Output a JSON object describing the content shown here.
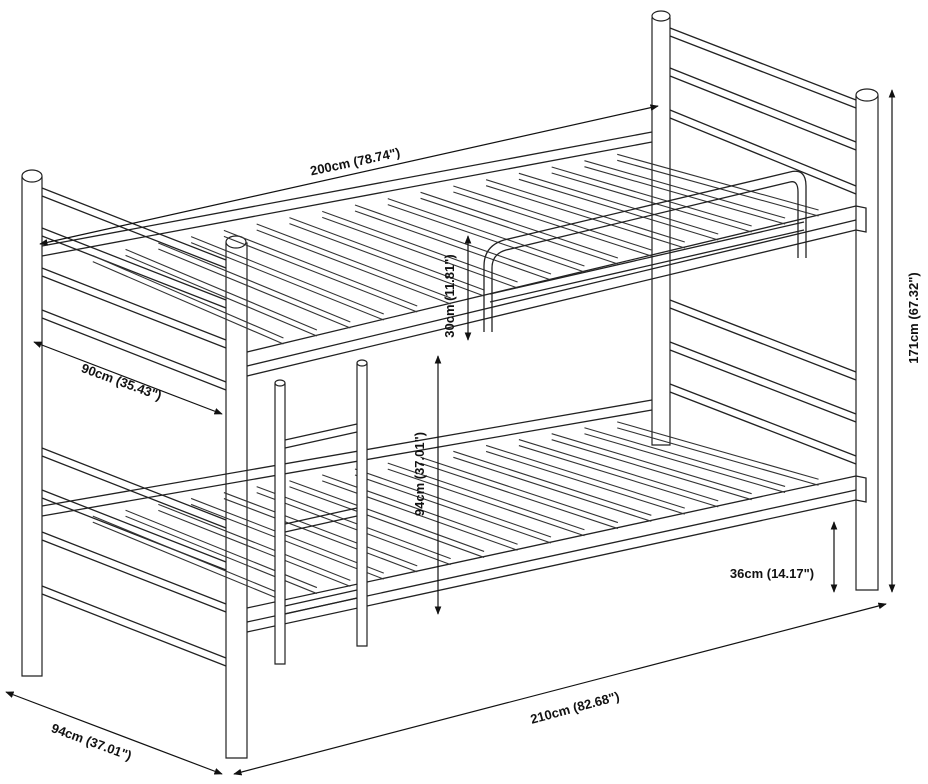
{
  "dimensions": {
    "top_length": "200cm (78.74\")",
    "top_width": "90cm (35.43\")",
    "guard_height": "30cm (11.81\")",
    "bunk_gap": "94cm (37.01\")",
    "total_height": "171cm (67.32\")",
    "floor_clearance": "36cm (14.17\")",
    "total_length": "210cm (82.68\")",
    "total_width": "94cm (37.01\")"
  },
  "colors": {
    "line": "#222222",
    "background": "#ffffff"
  }
}
